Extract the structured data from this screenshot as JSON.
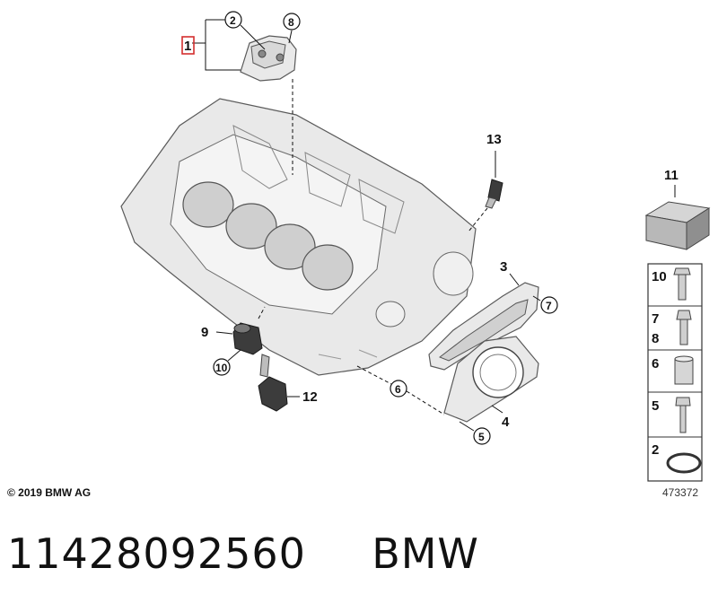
{
  "callouts": {
    "c1": "1",
    "c2": "2",
    "c3": "3",
    "c4": "4",
    "c5": "5",
    "c6": "6",
    "c7": "7",
    "c8": "8",
    "c9": "9",
    "c10": "10",
    "c12": "12",
    "c13": "13",
    "c11": "11"
  },
  "sidebar": {
    "items": [
      {
        "labels": [
          "10"
        ]
      },
      {
        "labels": [
          "7",
          "8"
        ]
      },
      {
        "labels": [
          "6"
        ]
      },
      {
        "labels": [
          "5"
        ]
      },
      {
        "labels": [
          "2"
        ]
      }
    ]
  },
  "footer": {
    "copyright": "© 2019 BMW AG",
    "diagram_id": "473372"
  },
  "part": {
    "number": "11428092560",
    "brand": "BMW"
  },
  "colors": {
    "highlight_box": "#d32f2f",
    "outline": "#333333"
  }
}
